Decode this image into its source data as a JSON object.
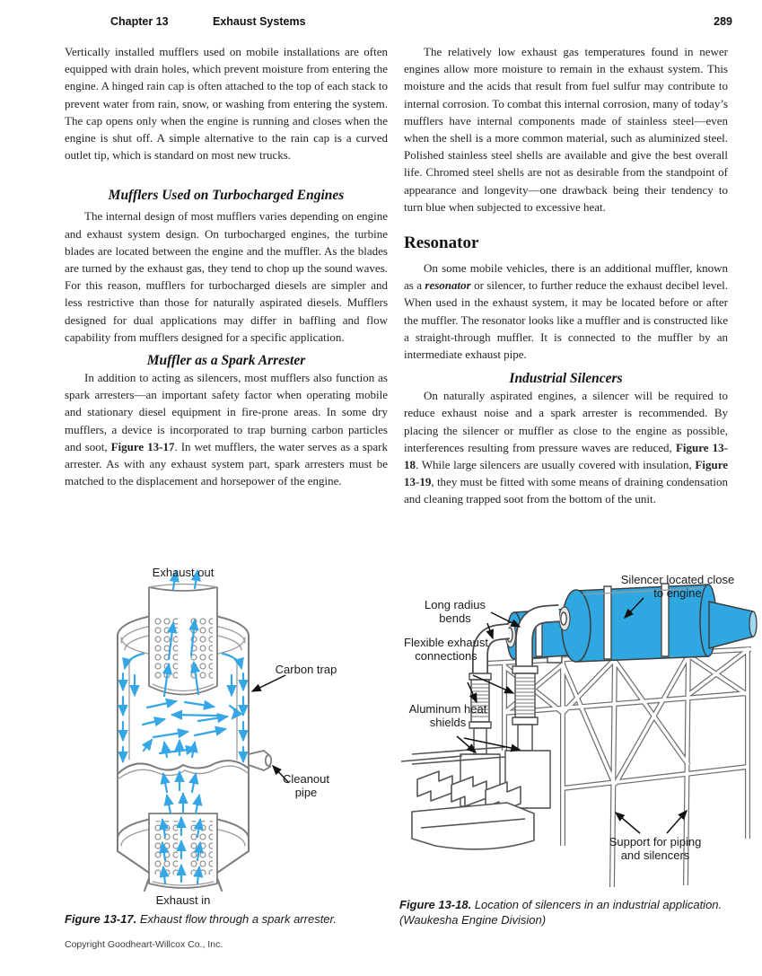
{
  "colors": {
    "figure_blue": "#2fa8e1",
    "arrow_blue": "#35a7e6",
    "line_gray": "#7d7d7d"
  },
  "header": {
    "chapter": "Chapter 13",
    "title": "Exhaust Systems",
    "page_number": "289"
  },
  "copyright": "Copyright Goodheart-Willcox Co., Inc.",
  "left_column": {
    "para1": "Vertically installed mufflers used on mobile installations are often equipped with drain holes, which prevent moisture from entering the engine. A hinged rain cap is often attached to the top of each stack to prevent water from rain, snow, or washing from entering the system. The cap opens only when the engine is running and closes when the engine is shut off. A simple alternative to the rain cap is a curved outlet tip, which is standard on most new trucks.",
    "turbo_heading": "Mufflers Used on Turbocharged Engines",
    "turbo_para": "The internal design of most mufflers varies depending on engine and exhaust system design. On turbocharged engines, the turbine blades are located between the engine and the muffler. As the blades are turned by the exhaust gas, they tend to chop up the sound waves. For this reason, mufflers for turbocharged diesels are simpler and less restrictive than those for naturally aspirated diesels. Mufflers designed for dual applications may differ in baffling and flow capability from mufflers designed for a specific application.",
    "spark_heading": "Muffler as a Spark Arrester",
    "spark_para_runs": [
      {
        "t": "In addition to acting as silencers, most mufflers also function as spark arresters—an important safety factor when operating mobile and stationary diesel equipment in fire-prone areas. In some dry mufflers, a device is incorporated to trap burning carbon particles and soot, "
      },
      {
        "t": "Figure 13-17",
        "b": true
      },
      {
        "t": ". In wet mufflers, the water serves as a spark arrester. As with any exhaust system part, spark arresters must be matched to the displacement and horsepower of the engine."
      }
    ]
  },
  "right_column": {
    "para1": "The relatively low exhaust gas temperatures found in newer engines allow more moisture to remain in the exhaust system. This moisture and the acids that result from fuel sulfur may contribute to internal corrosion. To combat this internal corrosion, many of today’s mufflers have internal components made of stainless steel—even when the shell is a more common material, such as aluminized steel. Polished stainless steel shells are available and give the best overall life. Chromed steel shells are not as desirable from the standpoint of appearance and longevity—one drawback being their tendency to turn blue when subjected to excessive heat.",
    "resonator_heading": "Resonator",
    "resonator_para_runs": [
      {
        "t": "On some mobile vehicles, there is an additional muffler, known as a "
      },
      {
        "t": "resonator",
        "b": true,
        "i": true
      },
      {
        "t": " or silencer, to further reduce the exhaust decibel level. When used in the exhaust system, it may be located before or after the muffler. The resonator looks like a muffler and is constructed like a straight-through muffler. It is connected to the muffler by an intermediate exhaust pipe."
      }
    ],
    "industrial_heading": "Industrial Silencers",
    "industrial_para_runs": [
      {
        "t": "On naturally aspirated engines, a silencer will be required to reduce exhaust noise and a spark arrester is recommended. By placing the silencer or muffler as close to the engine as possible, interferences resulting from pressure waves are reduced, "
      },
      {
        "t": "Figure 13-18",
        "b": true
      },
      {
        "t": ". While large silencers are usually covered with insulation, "
      },
      {
        "t": "Figure 13-19",
        "b": true
      },
      {
        "t": ", they must be fitted with some means of draining condensation and cleaning trapped soot from the bottom of the unit."
      }
    ]
  },
  "figure_13_17": {
    "labels": {
      "exhaust_out": "Exhaust out",
      "carbon_trap": "Carbon trap",
      "cleanout_pipe": "Cleanout pipe",
      "exhaust_in": "Exhaust in"
    },
    "caption_runs": [
      {
        "t": "Figure 13-17.",
        "b": true,
        "i": true
      },
      {
        "t": " Exhaust flow through a spark arrester.",
        "i": true
      }
    ]
  },
  "figure_13_18": {
    "labels": {
      "silencer_located": "Silencer located close to engine",
      "long_radius_bends": "Long radius bends",
      "flexible_connections": "Flexible exhaust connections",
      "aluminum_heat_shields": "Aluminum heat shields",
      "support": "Support for piping and silencers"
    },
    "caption_runs": [
      {
        "t": "Figure 13-18.",
        "b": true,
        "i": true
      },
      {
        "t": " Location of silencers in an industrial application. (Waukesha Engine Division)",
        "i": true
      }
    ]
  }
}
